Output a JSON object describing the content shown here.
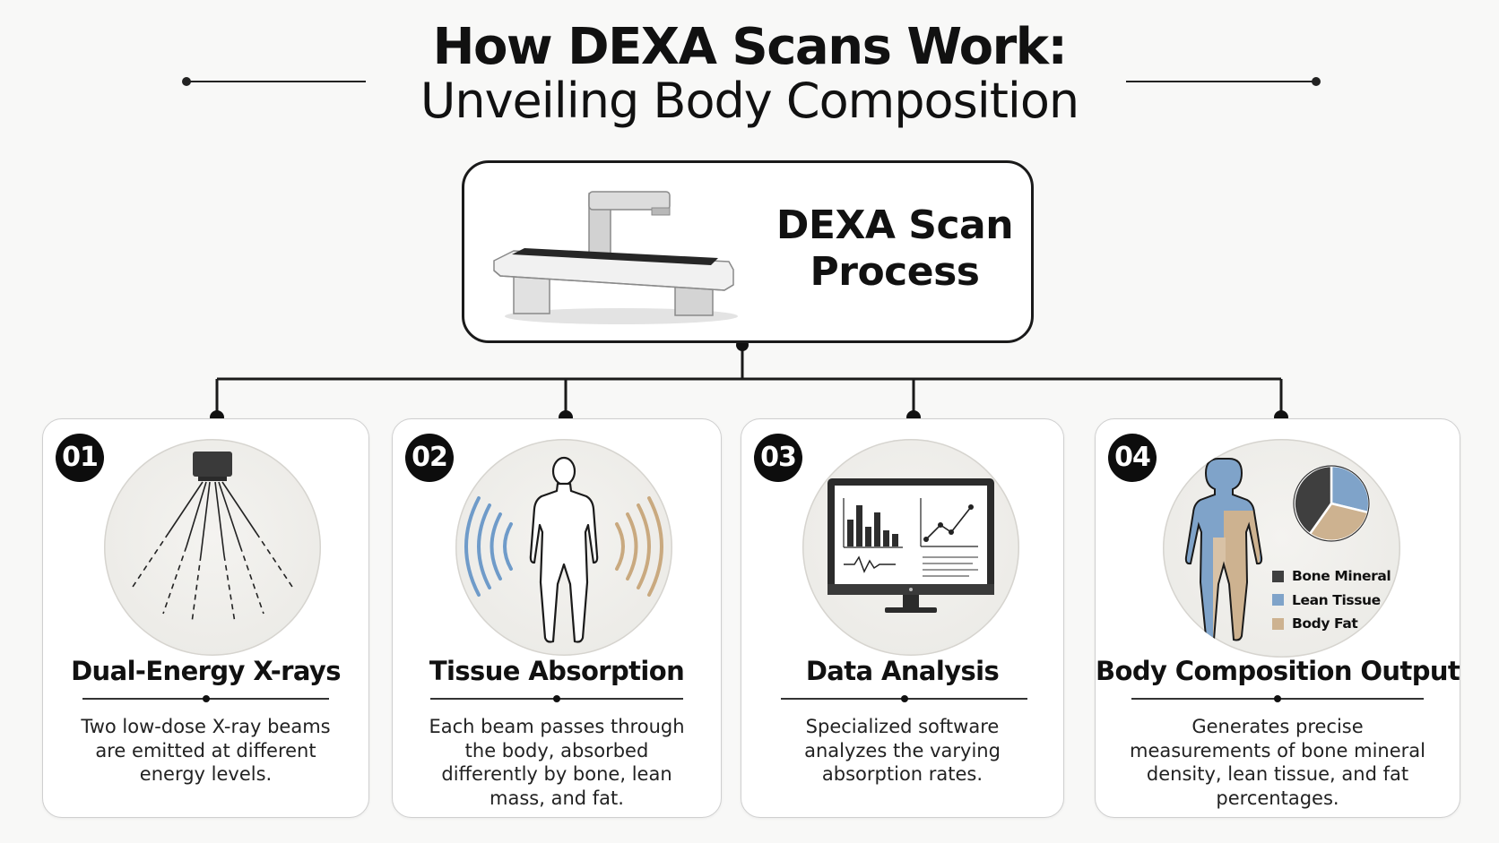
{
  "title": {
    "line1": "How DEXA Scans Work:",
    "line2": "Unveiling Body Composition"
  },
  "process": {
    "title_line1": "DEXA Scan",
    "title_line2": "Process",
    "icon": "dexa-scanner-table-icon"
  },
  "colors": {
    "outline": "#1a1a1a",
    "bone": "#3f3f3f",
    "lean": "#7fa3c9",
    "fat": "#cdb290",
    "card_bg": "#ffffff",
    "page_bg": "#f8f8f7"
  },
  "steps": [
    {
      "number": "01",
      "title": "Dual-Energy X-rays",
      "description": "Two low-dose X-ray beams are emitted at different energy levels.",
      "icon": "xray-emitter-icon"
    },
    {
      "number": "02",
      "title": "Tissue Absorption",
      "description": "Each beam passes through the body, absorbed differently by bone, lean mass, and fat.",
      "icon": "human-body-waves-icon"
    },
    {
      "number": "03",
      "title": "Data Analysis",
      "description": "Specialized software analyzes the varying absorption rates.",
      "icon": "monitor-charts-icon"
    },
    {
      "number": "04",
      "title": "Body Composition Output",
      "description": "Generates precise measurements of bone mineral density, lean tissue, and fat percentages.",
      "icon": "body-composition-pie-icon",
      "legend": [
        "Bone Mineral",
        "Lean Tissue",
        "Body Fat"
      ]
    }
  ]
}
